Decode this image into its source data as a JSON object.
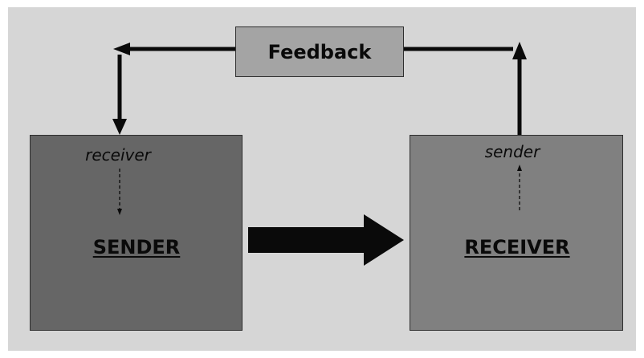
{
  "diagram": {
    "feedback_label": "Feedback",
    "sender": {
      "title": "SENDER",
      "role": "receiver"
    },
    "receiver": {
      "title": "RECEIVER",
      "role": "sender"
    }
  },
  "colors": {
    "background": "#d6d6d6",
    "sender_box": "#666666",
    "receiver_box": "#808080",
    "feedback_box": "#a4a4a4",
    "arrow": "#0a0a0a"
  }
}
